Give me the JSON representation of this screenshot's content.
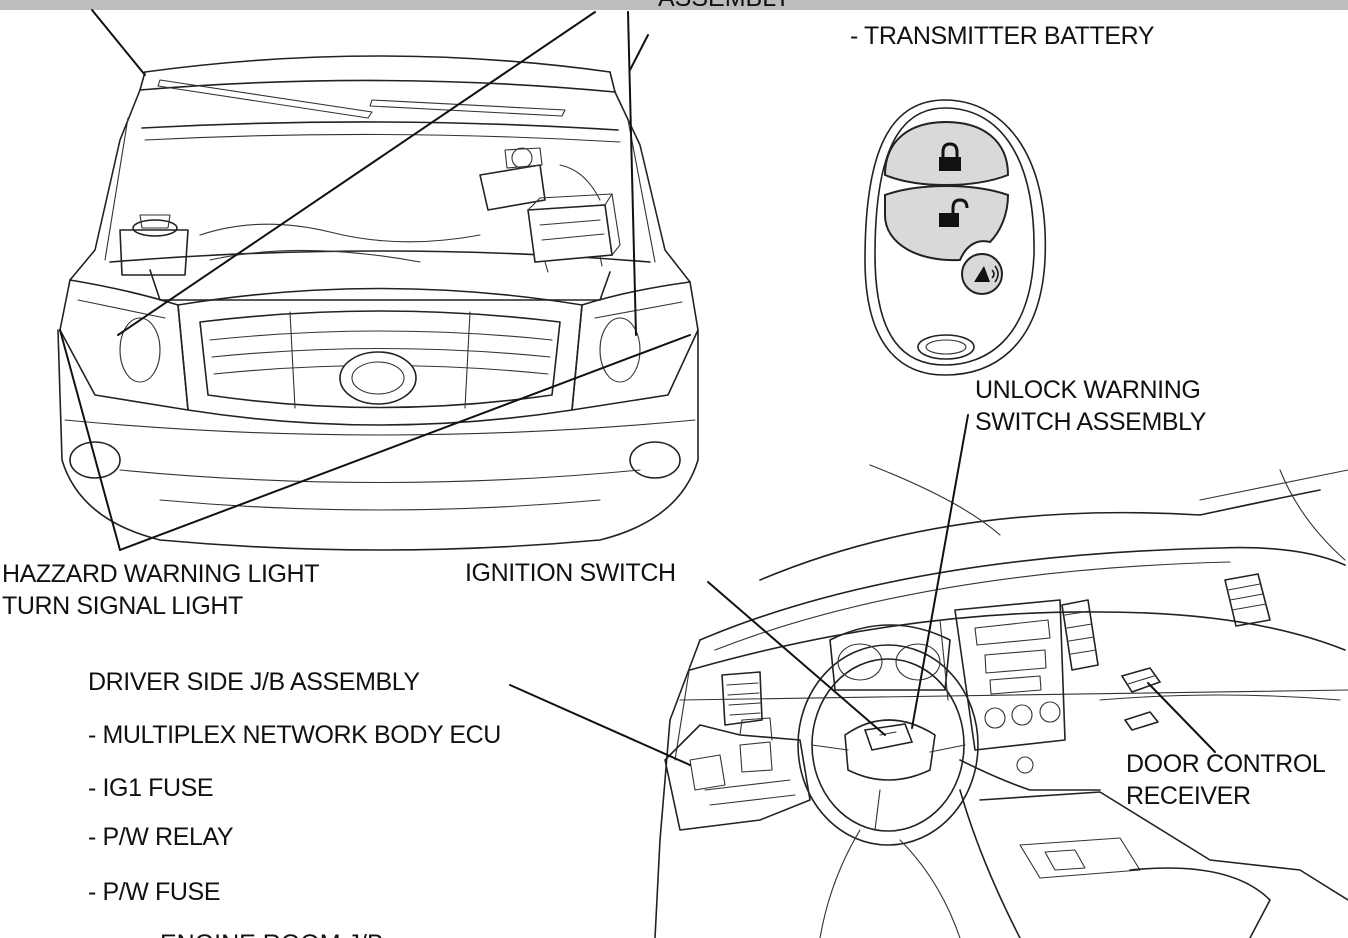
{
  "labels": {
    "top_partial": "ASSEMBLY",
    "transmitter_battery": "- TRANSMITTER BATTERY",
    "unlock_warning_1": "UNLOCK WARNING",
    "unlock_warning_2": "SWITCH ASSEMBLY",
    "hazard_warning_light": "HAZZARD WARNING LIGHT",
    "turn_signal_light": "TURN SIGNAL LIGHT",
    "ignition_switch": "IGNITION SWITCH",
    "driver_side_jb": "DRIVER SIDE J/B ASSEMBLY",
    "multiplex_ecu": "- MULTIPLEX NETWORK BODY ECU",
    "ig1_fuse": "- IG1 FUSE",
    "pw_relay": "- P/W RELAY",
    "pw_fuse": "- P/W FUSE",
    "door_control_1": "DOOR CONTROL",
    "door_control_2": "RECEIVER",
    "bottom_partial": "ENGINE ROOM J/B"
  },
  "colors": {
    "top_bar": "#bdbdbd",
    "line": "#222222",
    "button": "#d9d9d9"
  },
  "icons": {
    "lock": "lock-icon",
    "unlock": "unlock-icon",
    "panic": "panic-icon"
  }
}
